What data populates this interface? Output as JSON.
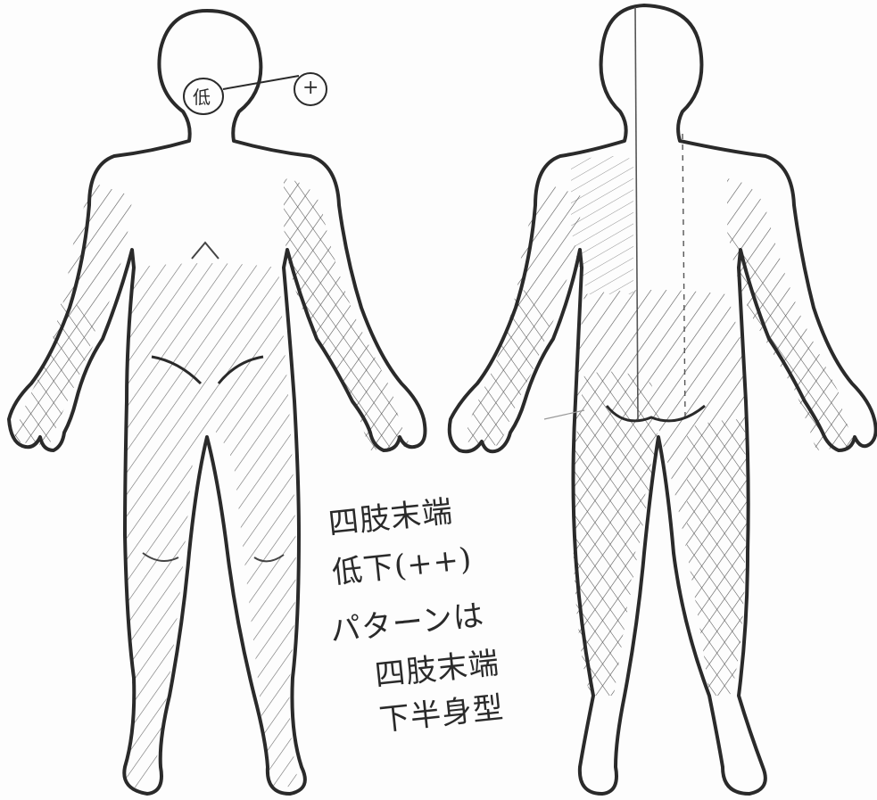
{
  "figure": {
    "annotations": {
      "face_mark": "低",
      "face_mark_circle": "+",
      "note_lines": [
        "四肢末端",
        "低下(++)",
        "パターンは",
        "四肢末端",
        "下半身型"
      ]
    }
  },
  "colors": {
    "ink": "#2a2a2a",
    "hatch": "#555555",
    "faint_ink": "#9a9a9a",
    "paper": "#fdfdfd"
  }
}
